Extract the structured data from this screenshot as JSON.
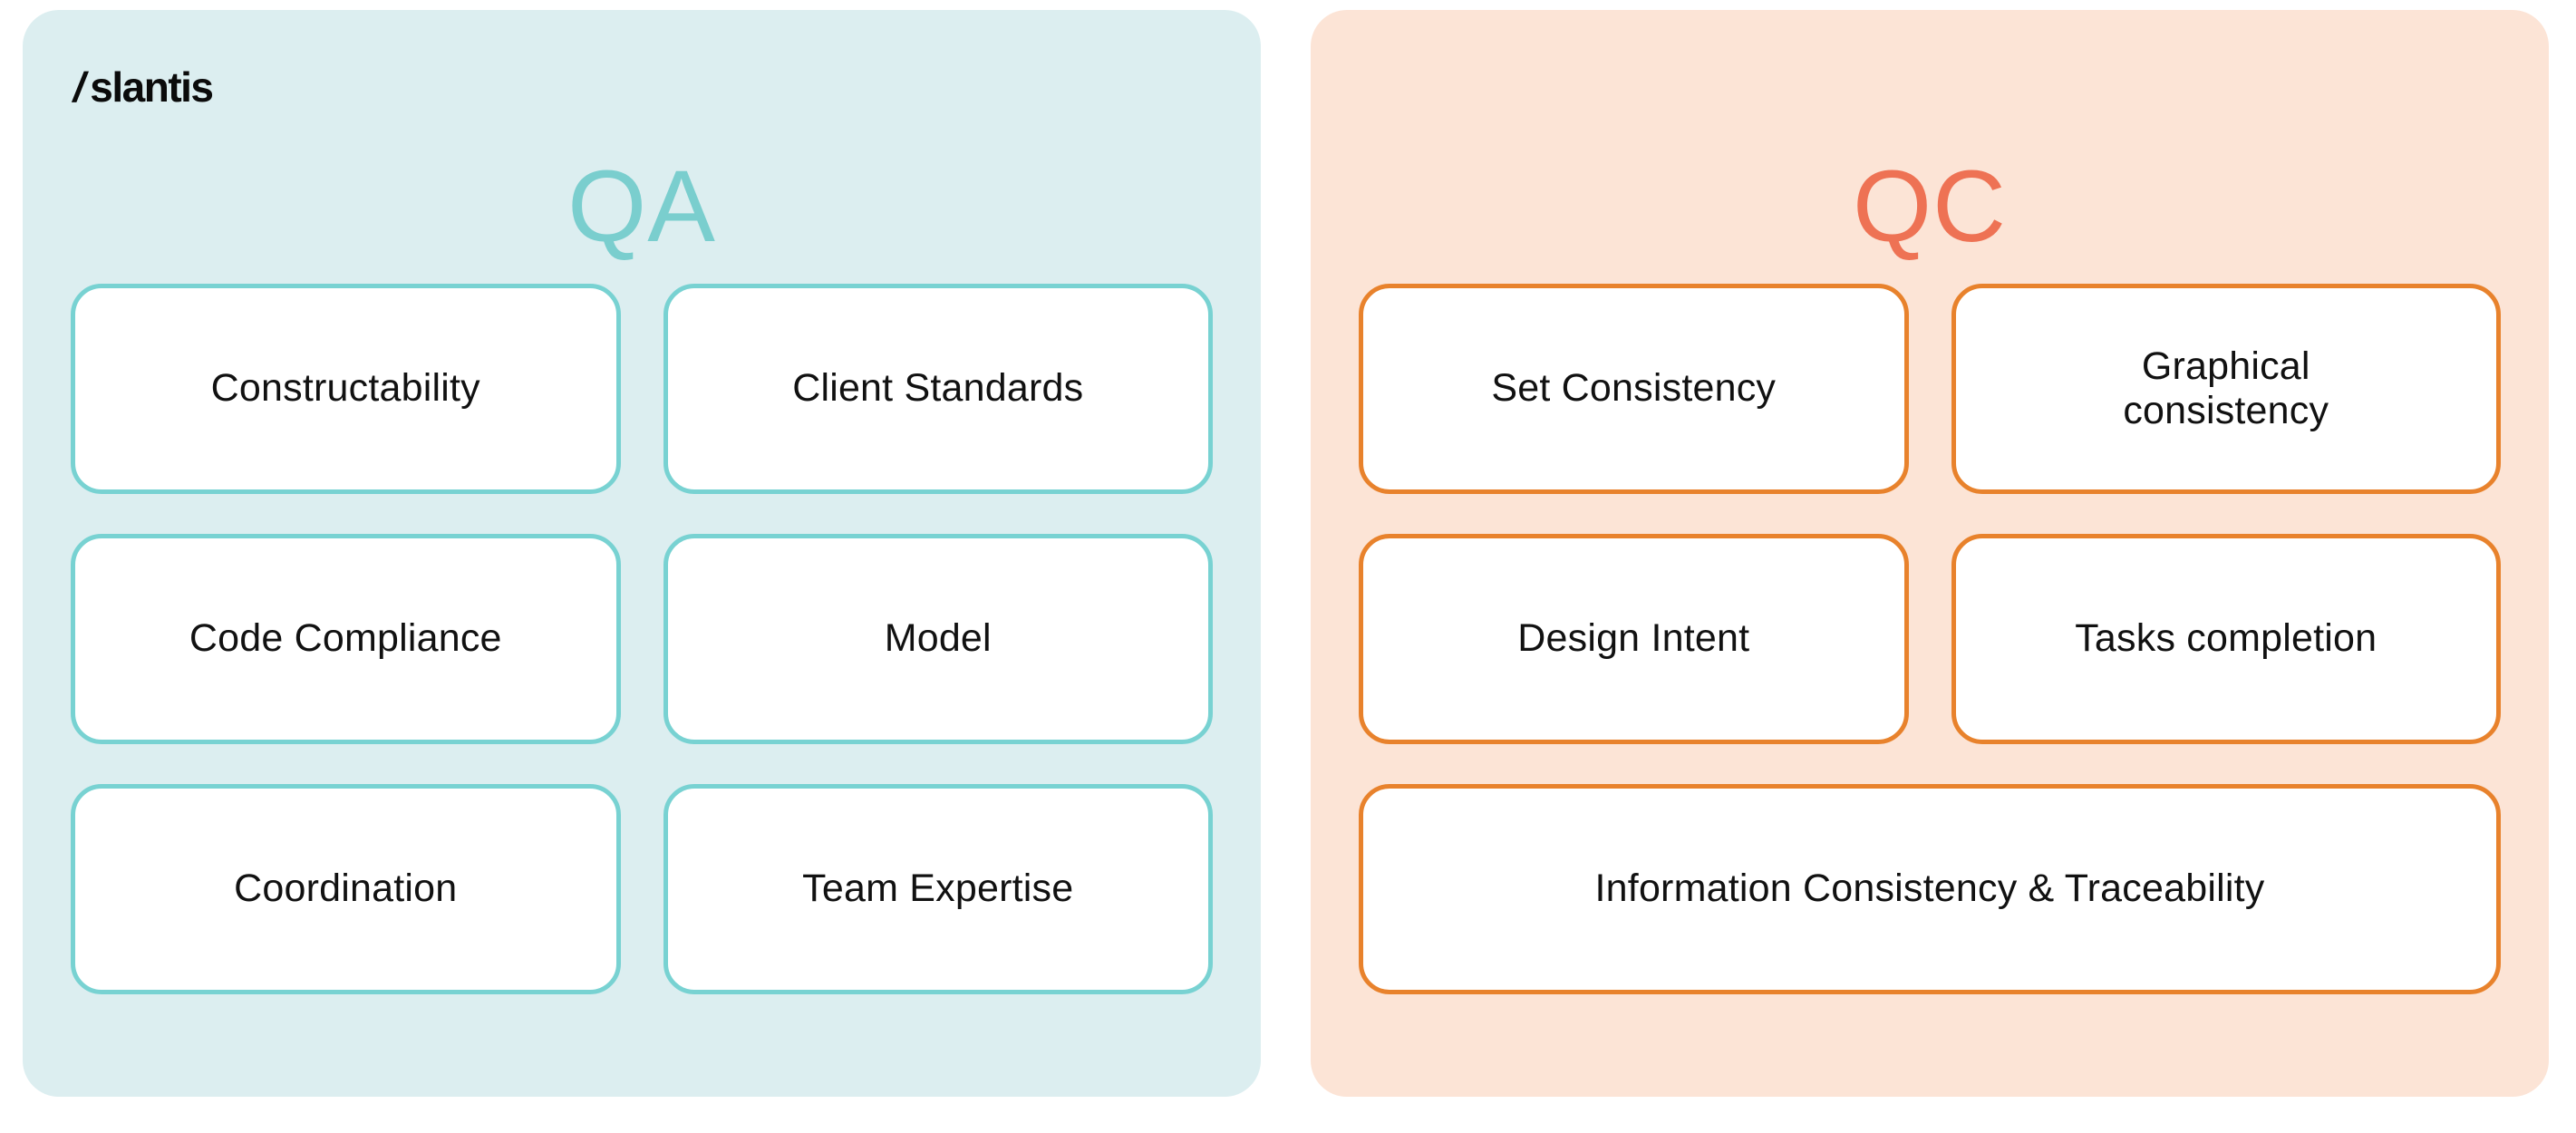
{
  "brand": {
    "logo_slash": "/",
    "logo_word": "slantis"
  },
  "panels": [
    {
      "id": "qa",
      "title": "QA",
      "accent_color": "#7ACECE",
      "background_color": "#DCEEF0",
      "card_border_color": "#78D2D2",
      "rows": [
        {
          "cards": [
            {
              "label": "Constructability"
            },
            {
              "label": "Client Standards"
            }
          ]
        },
        {
          "cards": [
            {
              "label": "Code Compliance"
            },
            {
              "label": "Model"
            }
          ]
        },
        {
          "cards": [
            {
              "label": "Coordination"
            },
            {
              "label": "Team Expertise"
            }
          ]
        }
      ]
    },
    {
      "id": "qc",
      "title": "QC",
      "accent_color": "#EE7254",
      "background_color": "#FCE4D6",
      "card_border_color": "#E8822C",
      "rows": [
        {
          "cards": [
            {
              "label": "Set Consistency"
            },
            {
              "label": "Graphical\nconsistency"
            }
          ]
        },
        {
          "cards": [
            {
              "label": "Design Intent"
            },
            {
              "label": "Tasks completion"
            }
          ]
        },
        {
          "cards": [
            {
              "label": "Information Consistency & Traceability"
            }
          ]
        }
      ]
    }
  ]
}
